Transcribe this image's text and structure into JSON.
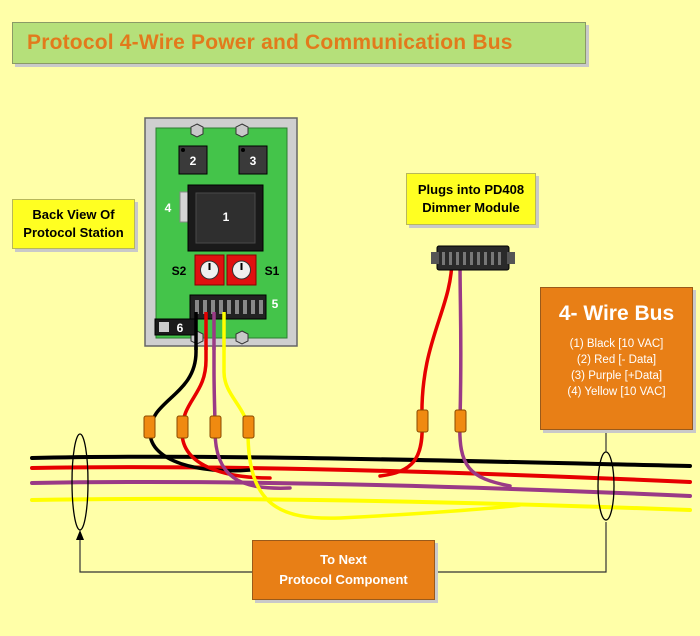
{
  "title": "Protocol 4-Wire Power and Communication Bus",
  "labels": {
    "back_view_line1": "Back View Of",
    "back_view_line2": "Protocol Station",
    "plugs_line1": "Plugs into PD408",
    "plugs_line2": "Dimmer Module",
    "next_line1": "To Next",
    "next_line2": "Protocol Component"
  },
  "bus_box": {
    "title": "4- Wire Bus",
    "items": [
      "(1) Black [10 VAC]",
      "(2) Red [- Data]",
      "(3) Purple [+Data]",
      "(4) Yellow [10 VAC]"
    ]
  },
  "pcb_numbers": {
    "n1": "1",
    "n2": "2",
    "n3": "3",
    "n4": "4",
    "n5": "5",
    "n6": "6",
    "s1": "S1",
    "s2": "S2"
  },
  "colors": {
    "background": "#FFFFA8",
    "pcb_green": "#44C44A",
    "wire_black": "#000000",
    "wire_red": "#E60000",
    "wire_purple": "#9A3A86",
    "wire_yellow": "#FFFF00",
    "connector_orange": "#F08A10",
    "label_orange": "#E87F16",
    "label_yellow": "#FFFF22",
    "title_green": "#B5E07A"
  }
}
